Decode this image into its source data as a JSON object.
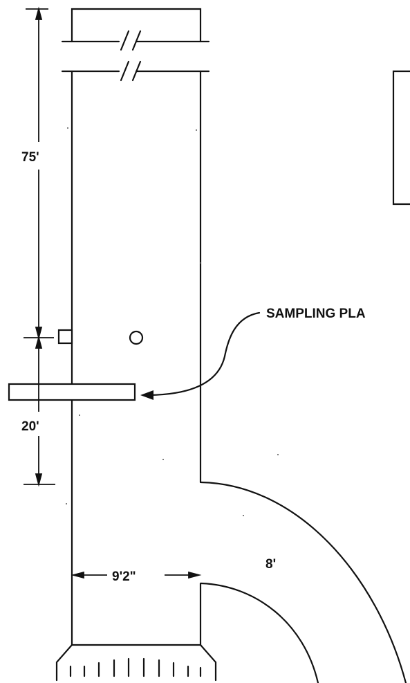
{
  "labels": {
    "height_upper": "75'",
    "height_lower": "20'",
    "width": "9'2\"",
    "breeching_size": "8'",
    "sampling_plane": "SAMPLING PLA"
  },
  "colors": {
    "line": "#111111",
    "background": "#ffffff"
  }
}
